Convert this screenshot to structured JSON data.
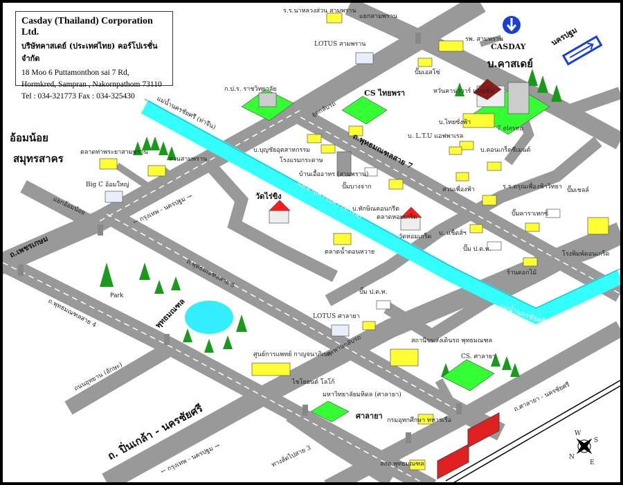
{
  "company": {
    "name_en": "Casday (Thailand) Corporation Ltd.",
    "name_th": "บริษัทคาสเดย์ (ประเทศไทย) คอร์โปเรชั่น จำกัด",
    "address_line1": "18  Moo 6  Puttamonthon sai 7 Rd,",
    "address_line2": "Hormkred, Sampran , Nakornpathom 73110",
    "contact": "Tel : 034-321773   Fax : 034-325430"
  },
  "destination": {
    "casday_en": "CASDAY",
    "casday_th": "บ.คาสเดย์",
    "direction_sign": "นครปฐม"
  },
  "regions": {
    "om_noi": "อ้อมน้อย",
    "samut_sakhon": "สมุทรสาคร",
    "salaya": "ศาลายา"
  },
  "roads": {
    "phetkasem": "ถ.เพชรเกษม",
    "puttamonthon7": "ถ.พุทธมณฑลสาย 7",
    "puttamonthon5": "ถ.พุทธมณฑลสาย 5",
    "puttamonthon4": "ถ.พุทธมณฑลสาย 4",
    "pinklao": "ถ. ปิ่นเกล้า - นครชัยศรี",
    "bkk_npt_1": "← กรุงเทพ - นครปฐม →",
    "bkk_npt_2": "← กรุงเทพ - นครปฐม →",
    "salaya_ncs": "ถ.ศาลายา - นครชัยศรี",
    "utthayan": "ถนนอุทยาน (อักษะ)",
    "om_noi_junction": "แยกอ้อมน้อย",
    "sampran_junction": "แยกสามพราน",
    "bridge_utthaya": "อุดกลับรถ",
    "salaya_bridge": "สะพานกลับรถ",
    "to_taling": "ทางลัดไปสาย 3"
  },
  "river": {
    "label1": "แม่น้ำนครชัยศรี (ท่าจีน)",
    "label2": "แม่น้ำนครชัยศรี (ท่าจีน)",
    "label3": "แม่น้ำนครชัยศรี (ท่าจีน)"
  },
  "landmarks": [
    {
      "label": "ร.ร.นาหลวงส่วน สามพราน"
    },
    {
      "label": "LOTUS สามพราน"
    },
    {
      "label": "รพ. สามพราน"
    },
    {
      "label": "ปั๊มเอสโซ่"
    },
    {
      "label": "ก.ป.ร. ราชวิทยาลัย"
    },
    {
      "label": "CS ไทยพรา"
    },
    {
      "label": "หวันคาน่าวาร์ แมนชั่น"
    },
    {
      "label": "บ.ไทยซั่งฟ้า"
    },
    {
      "label": "บ. L.T.U แอฟพาเรล"
    },
    {
      "label": "7 eleven"
    },
    {
      "label": "ตลาดท่าพระยาสามพราน"
    },
    {
      "label": "สวนสามพราน"
    },
    {
      "label": "Big C อ้อมใหญ่"
    },
    {
      "label": "บ.บุญชัยอุตสาหกรรม"
    },
    {
      "label": "โรงแรมกระดาษ"
    },
    {
      "label": "บ้านเอื้ออาทร (สามพราน)"
    },
    {
      "label": "ปั๊มบางจาก"
    },
    {
      "label": "บ.ทักษิณคอนกรีต"
    },
    {
      "label": "ตลาดหอมเกร็ด"
    },
    {
      "label": "วัดไร่ขิง"
    },
    {
      "label": "วัดหอมเกร็ด"
    },
    {
      "label": "ตลาดน้ำดอนหวาย"
    },
    {
      "label": "บ.ดอนเกร็ดซีเมนต์"
    },
    {
      "label": "สวนเพื่องฟ้า"
    },
    {
      "label": "ร.ร.ดรุณเพื่องฟ้าวิทยา"
    },
    {
      "label": "ปั๊มเชลล์"
    },
    {
      "label": "ปั๊มคาราเทกซ์"
    },
    {
      "label": "บ. แช็ดส์ฯ"
    },
    {
      "label": "ปั๊ม ป.ต.ท."
    },
    {
      "label": "ร้านดอกไม้"
    },
    {
      "label": "โรงพิมพ์ดอนเกร็ด"
    },
    {
      "label": "Park"
    },
    {
      "label": "พุทธมณฑล"
    },
    {
      "label": "ศูนย์การแพทย์ กาญจนาภิเษก"
    },
    {
      "label": "ปั๊ม ป.ต.ท."
    },
    {
      "label": "LOTUS ศาลายา"
    },
    {
      "label": "สถานีขนส่งเดินรถ พุทธมณฑล"
    },
    {
      "label": "CS. ศาลายา"
    },
    {
      "label": "ไชโยยนต์ โลโก้"
    },
    {
      "label": "มหาวิทยาลัยมหิดล (ศาลายา)"
    },
    {
      "label": "กรมอุทกศึกษา ทหารเรือ"
    },
    {
      "label": "สถอ.พุทธมณฑล"
    }
  ],
  "compass": {
    "n": "N",
    "s": "S",
    "e": "E",
    "w": "W"
  },
  "colors": {
    "road": "#999999",
    "river": "#33ffff",
    "building": "#ffff33",
    "lawn": "#33ff33",
    "sign_blue": "#1a3fd6"
  }
}
